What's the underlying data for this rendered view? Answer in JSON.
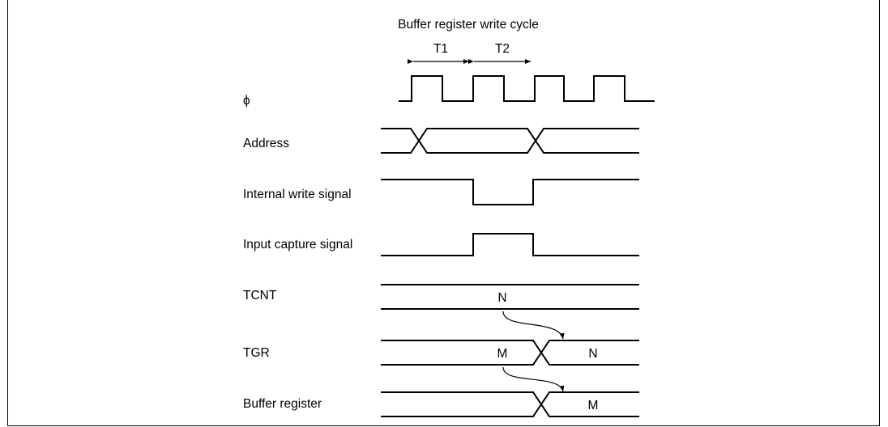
{
  "header": {
    "title": "Buffer register write cycle",
    "t1": "T1",
    "t2": "T2"
  },
  "signals": {
    "phi": "ϕ",
    "address": "Address",
    "internal_write": "Internal write signal",
    "input_capture": "Input capture signal",
    "tcnt": "TCNT",
    "tgr": "TGR",
    "buffer": "Buffer register"
  },
  "values": {
    "tcnt_value": "N",
    "tgr_old": "M",
    "tgr_new": "N",
    "buffer_new": "M"
  }
}
